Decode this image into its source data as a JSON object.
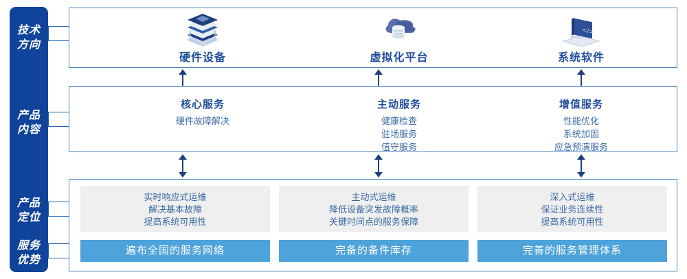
{
  "sidebar": {
    "labels": [
      {
        "line1": "技术",
        "line2": "方向",
        "name": "technology-direction"
      },
      {
        "line1": "产品",
        "line2": "内容",
        "name": "product-content"
      },
      {
        "line1": "产品",
        "line2": "定位",
        "name": "product-positioning"
      },
      {
        "line1": "服务",
        "line2": "优势",
        "name": "service-advantage"
      }
    ],
    "color": "#10449B"
  },
  "technology": {
    "columns": [
      {
        "icon": "server-stack-icon",
        "label": "硬件设备"
      },
      {
        "icon": "cloud-database-icon",
        "label": "虚拟化平台"
      },
      {
        "icon": "laptop-code-icon",
        "label": "系统软件"
      }
    ]
  },
  "content": {
    "columns": [
      {
        "title": "核心服务",
        "items": [
          "硬件故障解决"
        ]
      },
      {
        "title": "主动服务",
        "items": [
          "健康检查",
          "驻场服务",
          "值守服务"
        ]
      },
      {
        "title": "增值服务",
        "items": [
          "性能优化",
          "系统加固",
          "应急预演服务"
        ]
      }
    ]
  },
  "positioning": {
    "cards": [
      {
        "lines": [
          "实时响应式运维",
          "解决基本故障",
          "提高系统可用性"
        ]
      },
      {
        "lines": [
          "主动式运维",
          "降低设备突发故障概率",
          "关键时间点的服务保障"
        ]
      },
      {
        "lines": [
          "深入式运维",
          "保证业务连续性",
          "提高系统可用性"
        ]
      }
    ]
  },
  "advantages": {
    "bars": [
      "遍布全国的服务网络",
      "完备的备件库存",
      "完善的服务管理体系"
    ],
    "color": "#4FA3DB"
  },
  "colors": {
    "panel_border": "#4A83C4",
    "title_blue": "#1F4E9C",
    "body_blue": "#3C6BA5",
    "card_gray": "#EFEFEF",
    "arrow": "#1F3E7E"
  }
}
